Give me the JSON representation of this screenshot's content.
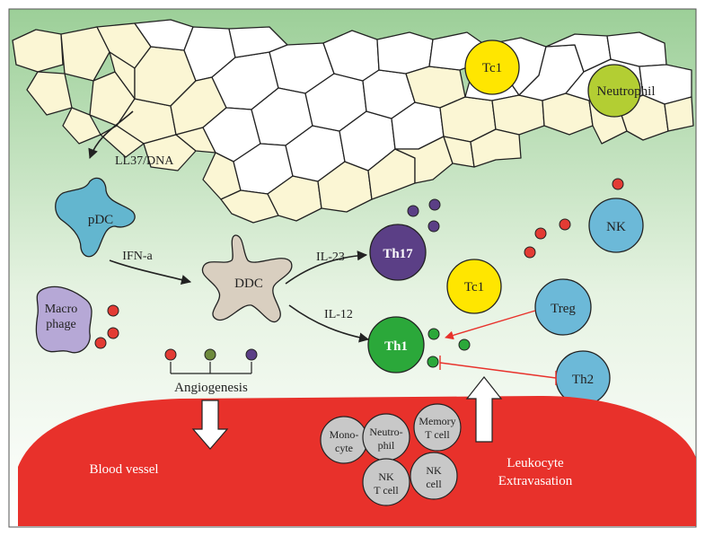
{
  "top_cells": {
    "tc1": "Tc1",
    "neutrophil": "Neutrophil"
  },
  "labels": {
    "ll37": "LL37/DNA",
    "pdc": "pDC",
    "ifn": "IFN-a",
    "ddc": "DDC",
    "macrophage_line1": "Macro",
    "macrophage_line2": "phage",
    "il23": "IL-23",
    "il12": "IL-12",
    "th17": "Th17",
    "th1": "Th1",
    "tc1_mid": "Tc1",
    "nk": "NK",
    "treg": "Treg",
    "th2": "Th2",
    "angiogenesis": "Angiogenesis",
    "blood_vessel": "Blood vessel",
    "leukocyte_line1": "Leukocyte",
    "leukocyte_line2": "Extravasation"
  },
  "vessel_cells": {
    "monocyte_line1": "Mono-",
    "monocyte_line2": "cyte",
    "neutrophil_line1": "Neutro-",
    "neutrophil_line2": "phil",
    "memory_line1": "Memory",
    "memory_line2": "T cell",
    "nkt_line1": "NK",
    "nkt_line2": "T cell",
    "nkcell_line1": "NK",
    "nkcell_line2": "cell"
  },
  "colors": {
    "background_top": "#a9d6a6",
    "background_bottom": "#ffffff",
    "keratinocyte_white": "#ffffff",
    "keratinocyte_cream": "#fbf6d4",
    "pdc": "#63b6cf",
    "ddc": "#d9cfc0",
    "macrophage": "#b6a8d6",
    "th17": "#5b3f86",
    "th1": "#2ba83a",
    "tc1": "#ffe600",
    "neutrophil": "#b3ce33",
    "blue_cells": "#6cb9d8",
    "red_dot": "#e33b34",
    "green_dot": "#2ba83a",
    "purple_dot": "#5b3f86",
    "olive_dot": "#6d8a3c",
    "vessel": "#e8312b",
    "vessel_cells": "#c8c8c8",
    "inhibit_arrow": "#e8312b"
  }
}
